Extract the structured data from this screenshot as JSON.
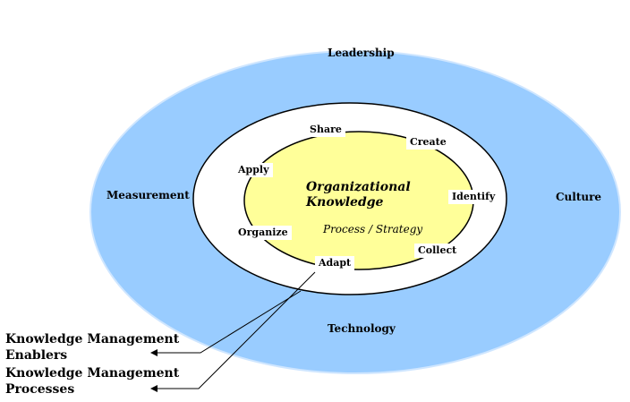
{
  "colors": {
    "outer_ring": "#99ccff",
    "middle_ring": "#ffffff",
    "core": "#ffff99",
    "line": "#000000"
  },
  "enablers": {
    "top": "Leadership",
    "left": "Measurement",
    "right": "Culture",
    "bottom": "Technology"
  },
  "processes": {
    "share": "Share",
    "create": "Create",
    "apply": "Apply",
    "identify": "Identify",
    "organize": "Organize",
    "collect": "Collect",
    "adapt": "Adapt"
  },
  "center": {
    "title_line1": "Organizational",
    "title_line2": "Knowledge",
    "subtitle": "Process / Strategy"
  },
  "legend": {
    "enablers_line1": "Knowledge Management",
    "enablers_line2": "Enablers",
    "processes_line1": "Knowledge Management",
    "processes_line2": "Processes"
  }
}
